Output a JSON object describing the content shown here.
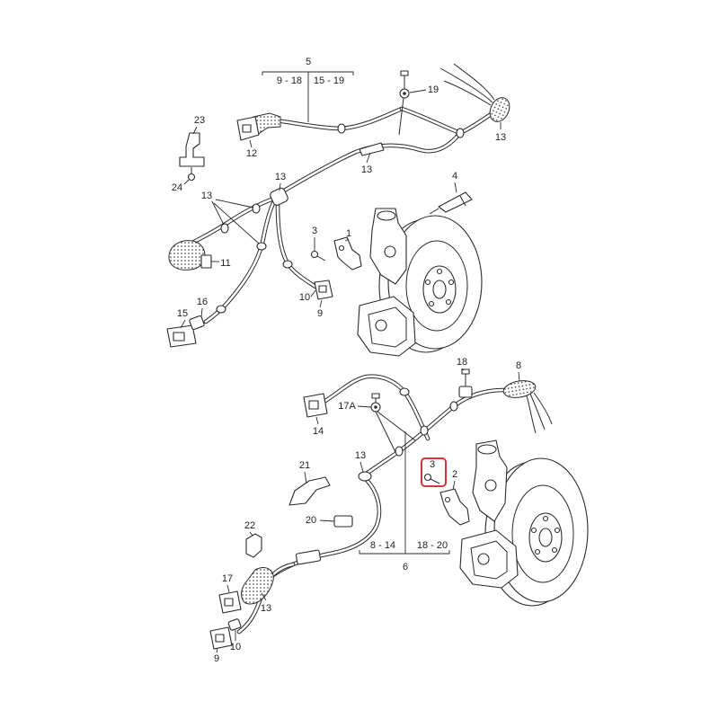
{
  "top_assembly": {
    "group_label": "5",
    "range_left": "9 - 18",
    "range_right": "15 - 19",
    "callouts": [
      "19",
      "23",
      "12",
      "13",
      "13",
      "13",
      "4",
      "24",
      "13",
      "3",
      "1",
      "11",
      "16",
      "10",
      "15",
      "9"
    ]
  },
  "bottom_assembly": {
    "group_label": "6",
    "range_left": "8 - 14",
    "range_right": "18 - 20",
    "callouts": [
      "18",
      "8",
      "17A",
      "14",
      "13",
      "21",
      "3",
      "2",
      "20",
      "22",
      "17",
      "13",
      "9",
      "10"
    ]
  },
  "colors": {
    "line": "#2b2b2b",
    "highlight": "#d9343a",
    "background": "#ffffff"
  }
}
